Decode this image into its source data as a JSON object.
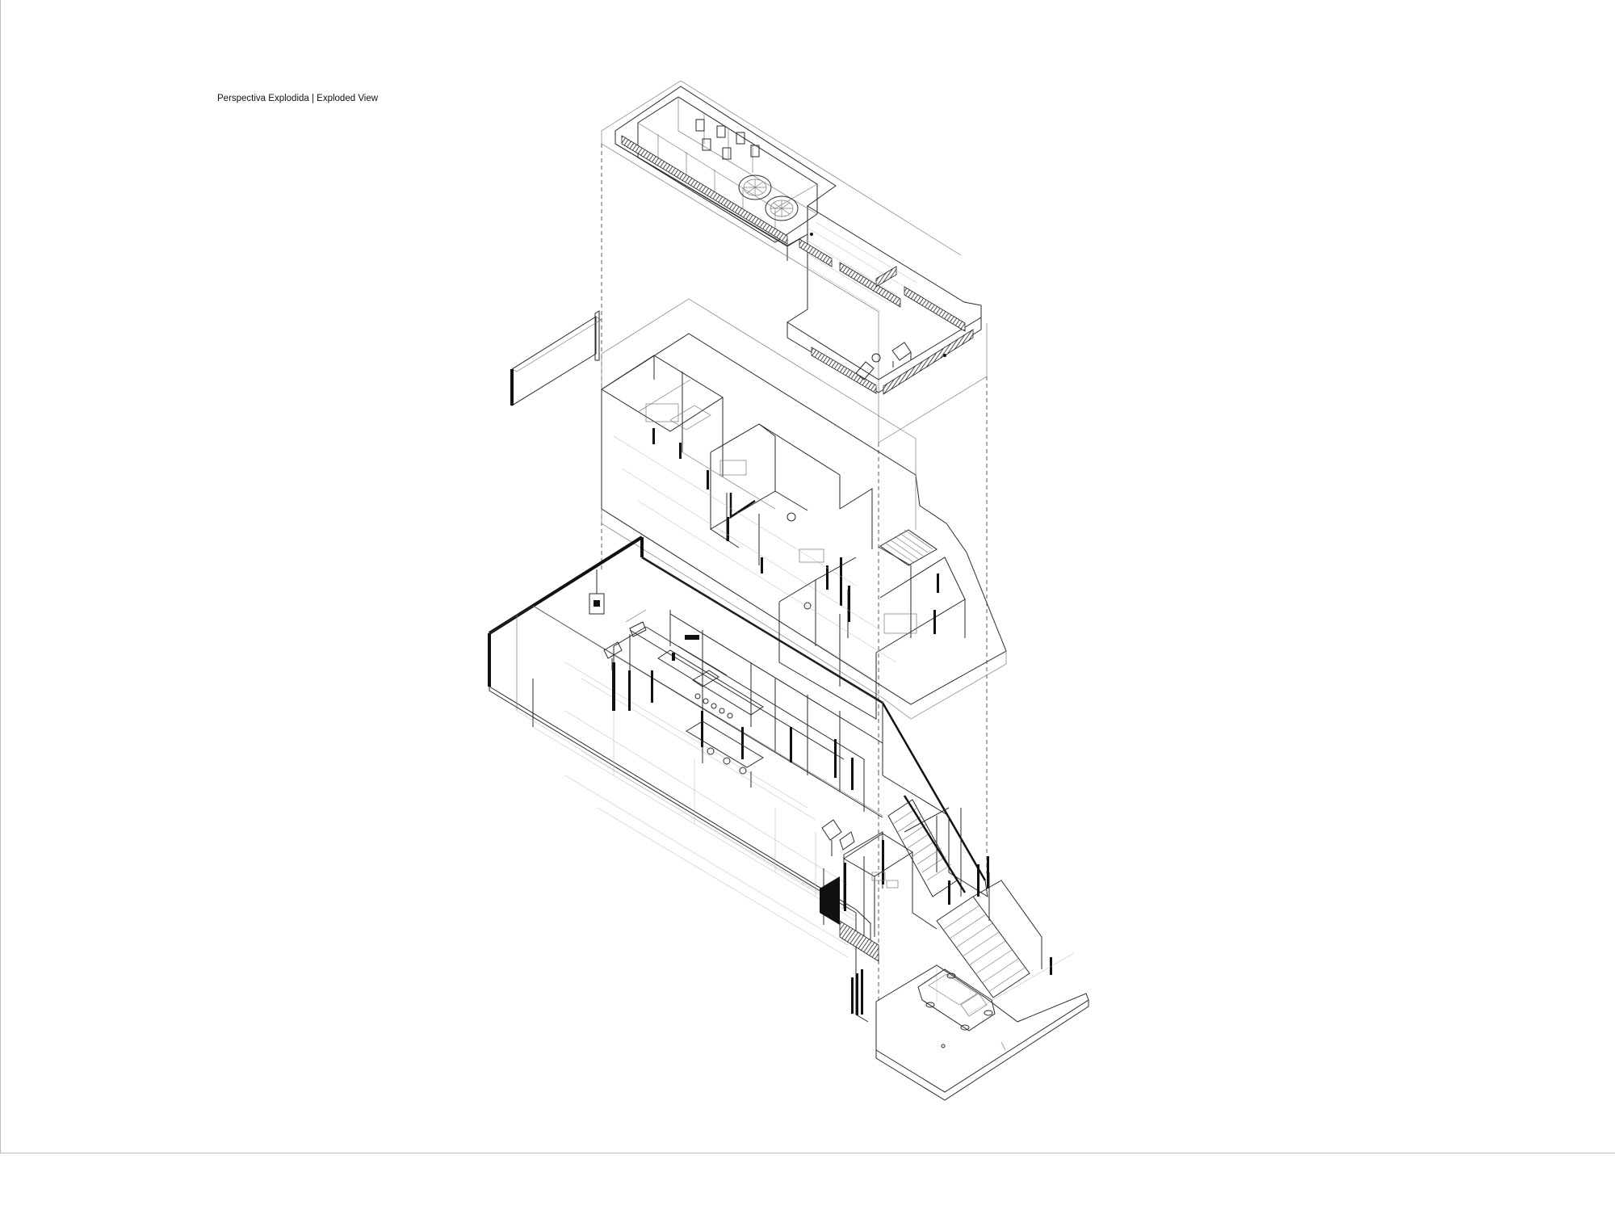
{
  "drawing": {
    "title": "Perspectiva Explodida | Exploded View"
  },
  "levels": [
    {
      "key": "roof",
      "description_icon": "roof-terrace-level"
    },
    {
      "key": "upper",
      "description_icon": "upper-floor-level"
    },
    {
      "key": "ground",
      "description_icon": "ground-floor-level"
    }
  ],
  "colors": {
    "line": "#2a2a2a",
    "fill_dark": "#111111",
    "border": "#bdbdbd",
    "background": "#ffffff"
  }
}
